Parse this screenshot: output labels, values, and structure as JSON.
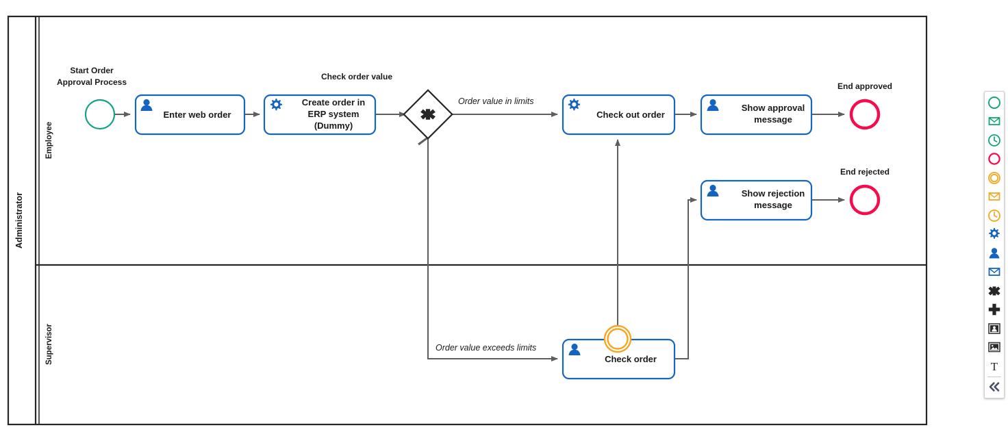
{
  "diagram": {
    "type": "bpmn-process-diagram",
    "pool": {
      "label": "Administrator"
    },
    "lanes": [
      {
        "id": "employee",
        "label": "Employee"
      },
      {
        "id": "supervisor",
        "label": "Supervisor"
      }
    ],
    "nodes": [
      {
        "id": "start",
        "kind": "start-event",
        "label": "",
        "external_label": "Start Order\nApproval Process",
        "lane": "employee"
      },
      {
        "id": "enter-order",
        "kind": "user-task",
        "label": "Enter web order",
        "icon": "user-icon",
        "lane": "employee"
      },
      {
        "id": "create-order",
        "kind": "service-task",
        "label": "Create order in ERP system (Dummy)",
        "icon": "gear-icon",
        "lane": "employee"
      },
      {
        "id": "gateway",
        "kind": "exclusive-gateway",
        "label": "",
        "external_label": "Check order value",
        "lane": "employee"
      },
      {
        "id": "checkout",
        "kind": "service-task",
        "label": "Check out order",
        "icon": "gear-icon",
        "lane": "employee"
      },
      {
        "id": "approval-msg",
        "kind": "user-task",
        "label": "Show approval message",
        "icon": "user-icon",
        "lane": "employee"
      },
      {
        "id": "end-approved",
        "kind": "end-event",
        "label": "",
        "external_label": "End approved",
        "lane": "employee"
      },
      {
        "id": "rejection-msg",
        "kind": "user-task",
        "label": "Show rejection message",
        "icon": "user-icon",
        "lane": "employee"
      },
      {
        "id": "end-rejected",
        "kind": "end-event",
        "label": "",
        "external_label": "End rejected",
        "lane": "employee"
      },
      {
        "id": "check-order",
        "kind": "user-task",
        "label": "Check order",
        "icon": "user-icon",
        "lane": "supervisor"
      },
      {
        "id": "boundary",
        "kind": "boundary-event",
        "label": "",
        "lane": "supervisor"
      }
    ],
    "labels": {
      "start_event": "Start Order",
      "start_event_line2": "Approval Process",
      "enter_web_order": "Enter web order",
      "create_order_l1": "Create order in",
      "create_order_l2": "ERP system",
      "create_order_l3": "(Dummy)",
      "gateway_name": "Check order value",
      "check_out_order": "Check out order",
      "show_approval_l1": "Show approval",
      "show_approval_l2": "message",
      "end_approved": "End approved",
      "show_rejection_l1": "Show rejection",
      "show_rejection_l2": "message",
      "end_rejected": "End rejected",
      "check_order": "Check order",
      "pool": "Administrator",
      "lane_employee": "Employee",
      "lane_supervisor": "Supervisor"
    },
    "flows": [
      {
        "id": "f1",
        "from": "start",
        "to": "enter-order",
        "label": ""
      },
      {
        "id": "f2",
        "from": "enter-order",
        "to": "create-order",
        "label": ""
      },
      {
        "id": "f3",
        "from": "create-order",
        "to": "gateway",
        "label": ""
      },
      {
        "id": "f4",
        "from": "gateway",
        "to": "checkout",
        "label": "Order value in limits"
      },
      {
        "id": "f5",
        "from": "gateway",
        "to": "check-order",
        "label": "Order value exceeds limits",
        "default": true
      },
      {
        "id": "f6",
        "from": "checkout",
        "to": "approval-msg",
        "label": ""
      },
      {
        "id": "f7",
        "from": "approval-msg",
        "to": "end-approved",
        "label": ""
      },
      {
        "id": "f8",
        "from": "boundary",
        "to": "checkout",
        "label": ""
      },
      {
        "id": "f9",
        "from": "check-order",
        "to": "rejection-msg",
        "label": ""
      },
      {
        "id": "f10",
        "from": "rejection-msg",
        "to": "end-rejected",
        "label": ""
      }
    ],
    "flow_labels": {
      "in_limits": "Order value in limits",
      "exceeds_limits": "Order value exceeds limits"
    },
    "colors": {
      "start_event_stroke": "#16a085",
      "end_event_stroke": "#f50b4e",
      "boundary_event_stroke": "#f5a623",
      "task_stroke": "#1665c0",
      "task_icon": "#1565c0",
      "connector": "#5e5e5e",
      "pool_stroke": "#262626",
      "text": "#1a1a1a"
    }
  },
  "palette": {
    "items": [
      {
        "id": "start-event",
        "icon": "circle-green-icon",
        "title": "Start Event"
      },
      {
        "id": "message-start-event",
        "icon": "envelope-green-icon",
        "title": "Message Start Event"
      },
      {
        "id": "timer-start-event",
        "icon": "clock-green-icon",
        "title": "Timer Start Event"
      },
      {
        "id": "end-event",
        "icon": "circle-red-icon",
        "title": "End Event"
      },
      {
        "id": "intermediate-event",
        "icon": "double-circle-orange-icon",
        "title": "Intermediate Event"
      },
      {
        "id": "message-event",
        "icon": "envelope-orange-icon",
        "title": "Message Event"
      },
      {
        "id": "timer-event",
        "icon": "clock-orange-icon",
        "title": "Timer Event"
      },
      {
        "id": "service-task",
        "icon": "gear-blue-icon",
        "title": "Service Task"
      },
      {
        "id": "user-task",
        "icon": "user-blue-icon",
        "title": "User Task"
      },
      {
        "id": "send-task",
        "icon": "envelope-blue-icon",
        "title": "Send Task"
      },
      {
        "id": "exclusive-gateway",
        "icon": "x-gateway-icon",
        "title": "Exclusive Gateway"
      },
      {
        "id": "parallel-gateway",
        "icon": "plus-gateway-icon",
        "title": "Parallel Gateway"
      },
      {
        "id": "pool",
        "icon": "pool-icon",
        "title": "Pool"
      },
      {
        "id": "image",
        "icon": "image-icon",
        "title": "Image"
      },
      {
        "id": "text-annotation",
        "icon": "text-icon",
        "title": "Text"
      },
      {
        "id": "collapse",
        "icon": "chevron-double-left-icon",
        "title": "Collapse"
      }
    ]
  }
}
